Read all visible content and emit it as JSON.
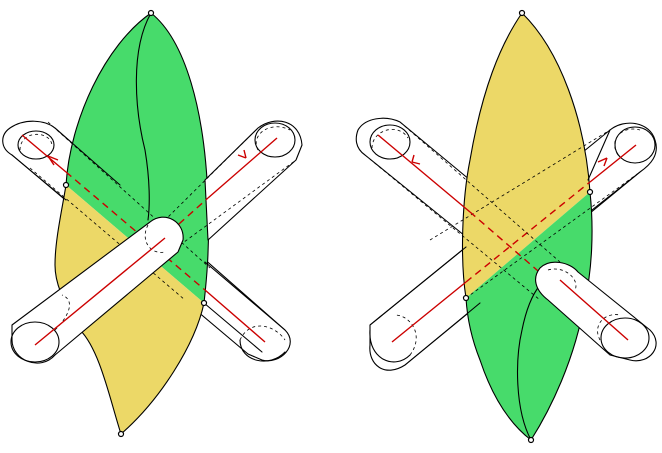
{
  "colors": {
    "surface_green": "#47db6b",
    "surface_yellow": "#ecd867",
    "axis_red": "#cc0000",
    "outline": "#000000",
    "background": "#ffffff"
  },
  "panels": [
    {
      "name": "left-configuration",
      "top_region_color": "surface_green",
      "bottom_region_color": "surface_yellow",
      "front_tube": "ascending"
    },
    {
      "name": "right-configuration",
      "top_region_color": "surface_yellow",
      "bottom_region_color": "surface_green",
      "front_tube": "descending"
    }
  ]
}
